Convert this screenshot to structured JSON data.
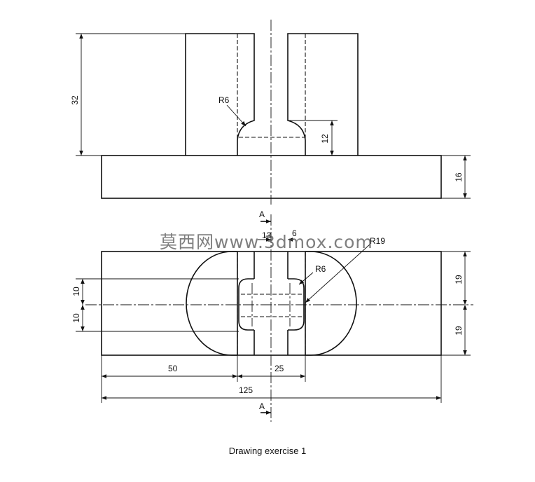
{
  "caption": "Drawing exercise 1",
  "watermark": "莫西网www.3dmox.com",
  "front_view": {
    "dims": {
      "height_total": "32",
      "slot_depth": "12",
      "base_height": "16",
      "fillet": "R6"
    }
  },
  "plan_view": {
    "dims": {
      "upper_width": "13",
      "slot_width": "6",
      "big_radius": "R19",
      "fillet": "R6",
      "half_left_top": "10",
      "half_left_bottom": "10",
      "half_right_top": "19",
      "half_right_bottom": "19",
      "left_len": "50",
      "boss_len": "25",
      "total_len": "125"
    },
    "section_marker": "A"
  }
}
